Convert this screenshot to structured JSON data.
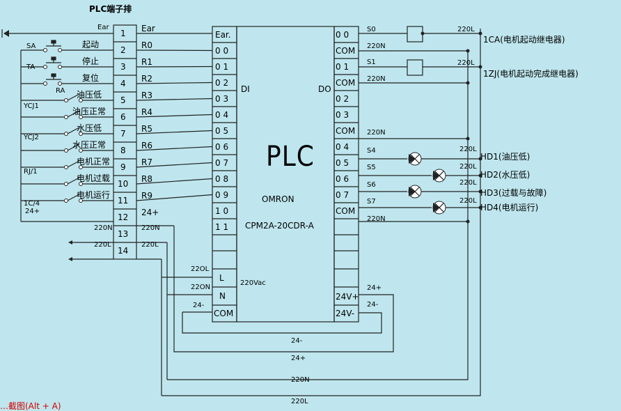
{
  "title": "PLC端子排",
  "terminal_block": {
    "numbers": [
      "1",
      "2",
      "3",
      "4",
      "5",
      "6",
      "7",
      "8",
      "9",
      "10",
      "11",
      "12",
      "13",
      "14"
    ],
    "right_labels": [
      "Ear",
      "R0",
      "R1",
      "R2",
      "R3",
      "R4",
      "R5",
      "R6",
      "R7",
      "R8",
      "R9",
      "24+",
      "220N",
      "220L"
    ],
    "left_labels": [
      "Ear",
      "起动",
      "停止",
      "复位",
      "油压低",
      "油压正常",
      "水压低",
      "水压正常",
      "电机正常",
      "电机过载",
      "电机运行",
      "24+",
      "220N",
      "220L"
    ]
  },
  "devices": {
    "sa": "SA",
    "ta": "TA",
    "ra": "RA",
    "ycj1": "YCJ1",
    "ycj2": "YCJ2",
    "rj1": "RJ/1",
    "c4": "1C/4"
  },
  "plc": {
    "brand_big": "PLC",
    "maker": "OMRON",
    "model": "CPM2A-20CDR-A",
    "di": "DI",
    "do": "DO",
    "power_label": "220Vac",
    "inputs": [
      "Ear.",
      "0 0",
      "0 1",
      "0 2",
      "0 3",
      "0 4",
      "0 5",
      "0 6",
      "0 7",
      "0 8",
      "0 9",
      "1 0",
      "1 1",
      "",
      "",
      "L",
      "N",
      "COM"
    ],
    "outputs": [
      "0 0",
      "COM",
      "0 1",
      "COM",
      "0 2",
      "0 3",
      "COM",
      "0 4",
      "0 5",
      "0 6",
      "0 7",
      "COM",
      "",
      "",
      "",
      "24V+",
      "24V-"
    ]
  },
  "wires": {
    "power_in": [
      "22OL",
      "22ON",
      "24-"
    ],
    "outputs": [
      "S0",
      "220N",
      "S1",
      "220N",
      "220N",
      "S4",
      "S5",
      "S6",
      "S7",
      "220N",
      "24+",
      "24-"
    ],
    "bottom": [
      "24-",
      "24+",
      "220N",
      "220L"
    ],
    "right": [
      "220L",
      "220L",
      "220L",
      "220L",
      "220L",
      "220L"
    ]
  },
  "loads": {
    "relays": [
      "1CA(电机起动继电器)",
      "1ZJ(电机起动完成继电器)"
    ],
    "lamps": [
      "HD1(油压低)",
      "HD2(水压低)",
      "HD3(过载与故障)",
      "HD4(电机运行)"
    ]
  },
  "watermark": "…截图(Alt + A)"
}
